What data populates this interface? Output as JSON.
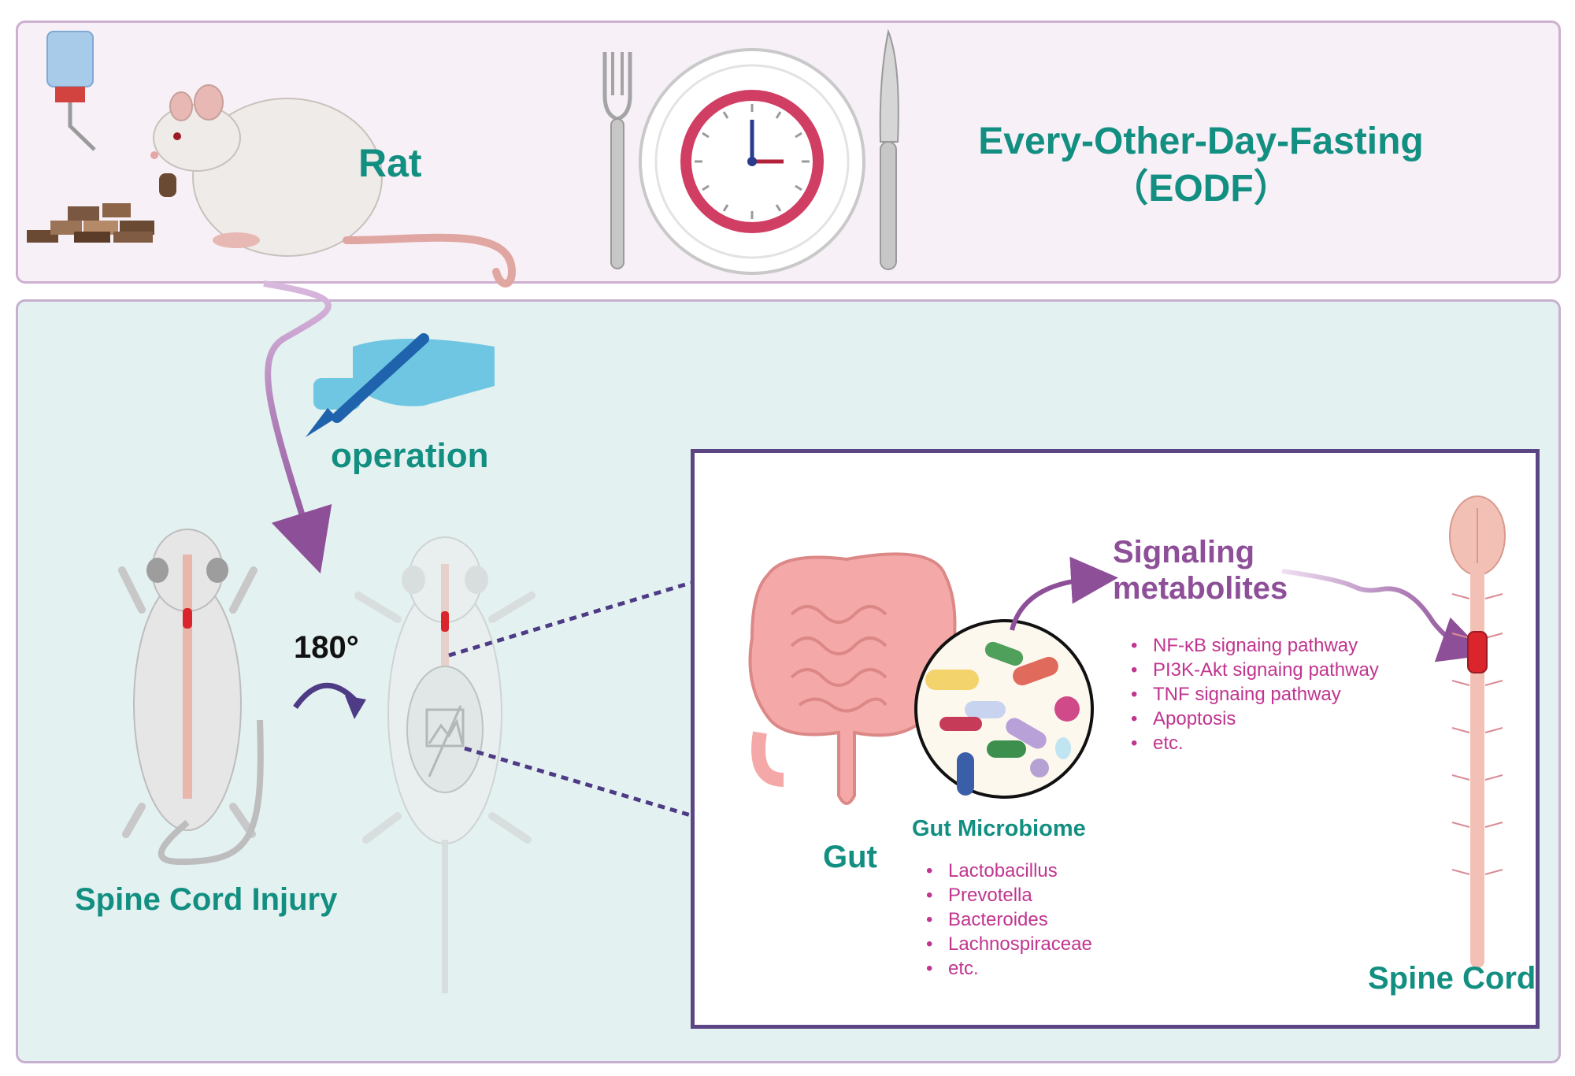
{
  "top": {
    "rat_label": "Rat",
    "diet_title_line1": "Every-Other-Day-Fasting",
    "diet_title_line2": "（EODF）"
  },
  "bottom": {
    "operation_label": "operation",
    "rotation_label": "180°",
    "injury_label": "Spine Cord Injury"
  },
  "inset": {
    "gut_label": "Gut",
    "microbiome_title": "Gut Microbiome",
    "microbiome_items": [
      "Lactobacillus",
      "Prevotella",
      "Bacteroides",
      "Lachnospiraceae",
      "etc."
    ],
    "signaling_title_line1": "Signaling",
    "signaling_title_line2": "metabolites",
    "signaling_items": [
      "NF-κB signaing pathway",
      "PI3K-Akt signaing pathway",
      "TNF signaing pathway",
      "Apoptosis",
      "etc."
    ],
    "spine_label": "Spine Cord"
  },
  "colors": {
    "teal": "#138f82",
    "purple": "#8e4f99",
    "magenta": "#c0358f",
    "frame": "#5b4584",
    "injury_red": "#d9252b"
  }
}
